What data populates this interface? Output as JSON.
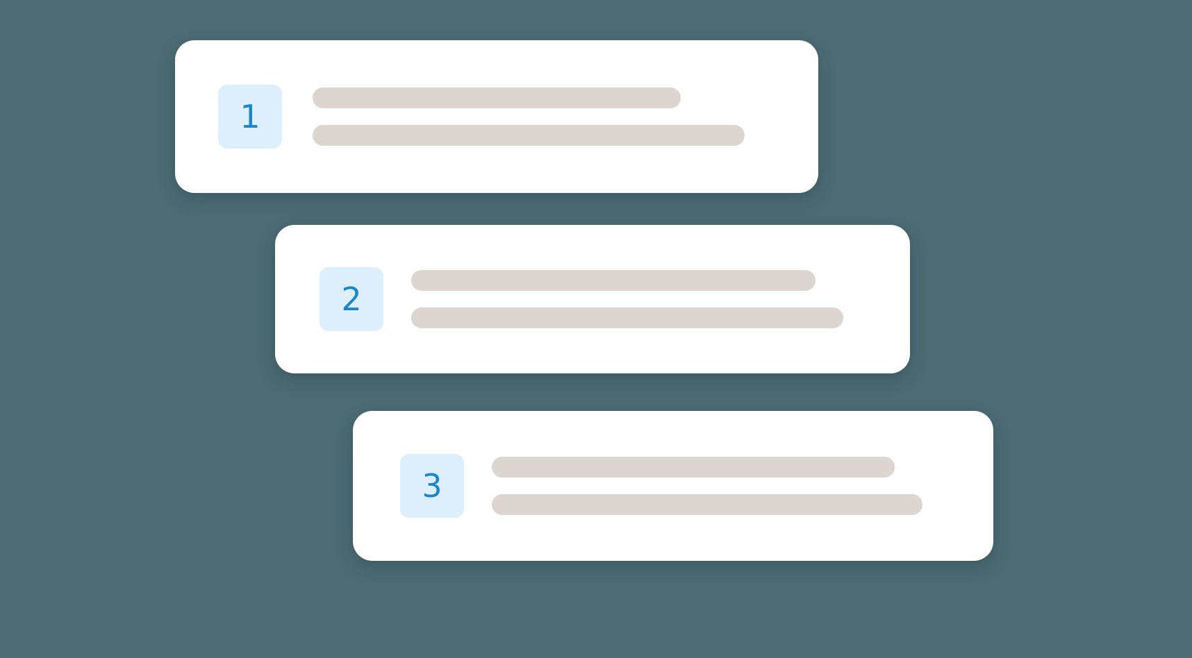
{
  "page": {
    "background_color": "#4d6b73",
    "title": "Numbered steps placeholder list"
  },
  "theme": {
    "card_background": "#ffffff",
    "badge_background": "#ddeffc",
    "badge_text_color": "#1b87c9",
    "placeholder_bar_color": "#ddd5d1"
  },
  "steps": [
    {
      "number": "1",
      "badge_label": "1",
      "lines": [
        {
          "id": "line-1a",
          "text": ""
        },
        {
          "id": "line-1b",
          "text": ""
        }
      ]
    },
    {
      "number": "2",
      "badge_label": "2",
      "lines": [
        {
          "id": "line-2a",
          "text": ""
        },
        {
          "id": "line-2b",
          "text": ""
        }
      ]
    },
    {
      "number": "3",
      "badge_label": "3",
      "lines": [
        {
          "id": "line-3a",
          "text": ""
        },
        {
          "id": "line-3b",
          "text": ""
        }
      ]
    }
  ]
}
